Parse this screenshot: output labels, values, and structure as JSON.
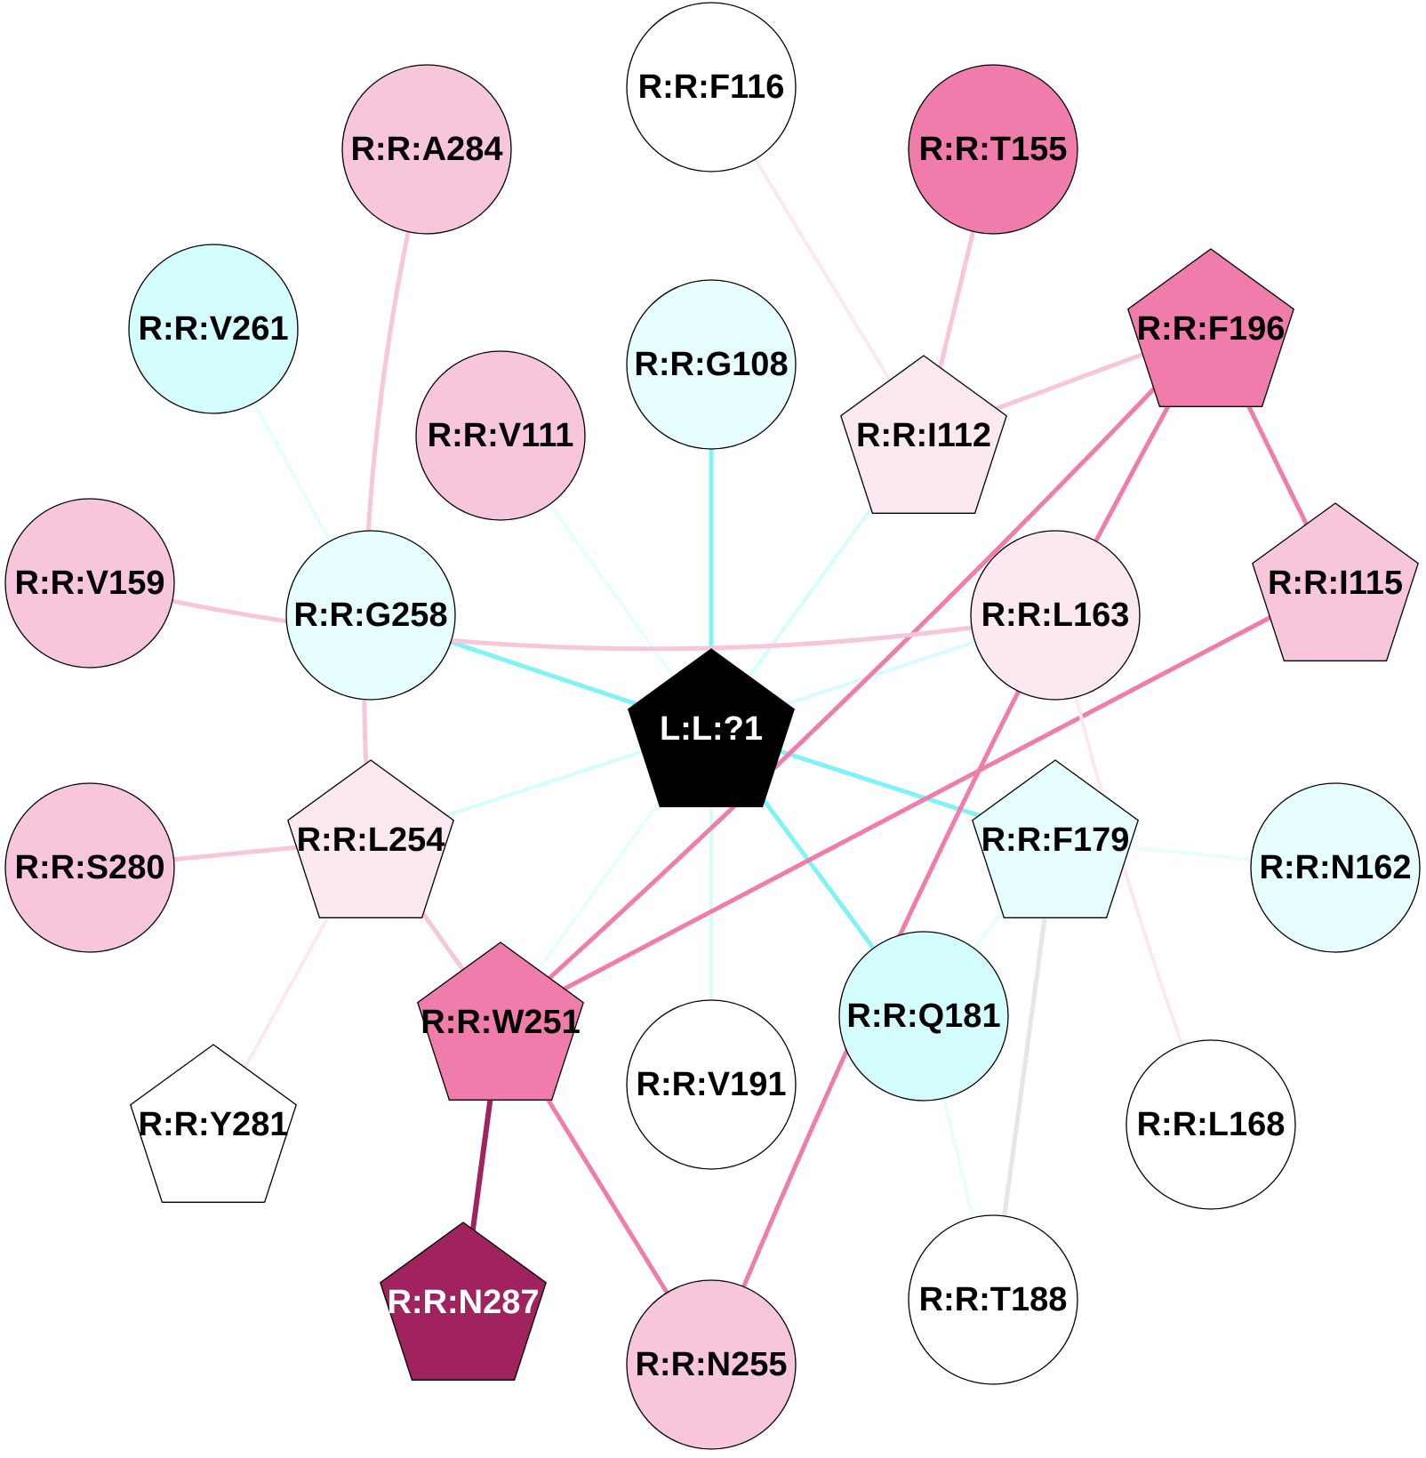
{
  "nodes": [
    {
      "id": "L:L:?1",
      "label": "L:L:?1",
      "shape": "pentagon",
      "fill": "#000000",
      "text": "#ffffff"
    },
    {
      "id": "R:R:F116",
      "label": "R:R:F116",
      "shape": "circle",
      "fill": "#ffffff",
      "text": "#000000"
    },
    {
      "id": "R:R:A284",
      "label": "R:R:A284",
      "shape": "circle",
      "fill": "#f7c6dc",
      "text": "#000000"
    },
    {
      "id": "R:R:T155",
      "label": "R:R:T155",
      "shape": "circle",
      "fill": "#f07cab",
      "text": "#000000"
    },
    {
      "id": "R:R:V261",
      "label": "R:R:V261",
      "shape": "circle",
      "fill": "#d4fdfd",
      "text": "#000000"
    },
    {
      "id": "R:R:G108",
      "label": "R:R:G108",
      "shape": "circle",
      "fill": "#e6fefe",
      "text": "#000000"
    },
    {
      "id": "R:R:F196",
      "label": "R:R:F196",
      "shape": "pentagon",
      "fill": "#f07cab",
      "text": "#000000"
    },
    {
      "id": "R:R:V111",
      "label": "R:R:V111",
      "shape": "circle",
      "fill": "#f7c6dc",
      "text": "#000000"
    },
    {
      "id": "R:R:I112",
      "label": "R:R:I112",
      "shape": "pentagon",
      "fill": "#fbe8f1",
      "text": "#000000"
    },
    {
      "id": "R:R:V159",
      "label": "R:R:V159",
      "shape": "circle",
      "fill": "#f7c6dc",
      "text": "#000000"
    },
    {
      "id": "R:R:I115",
      "label": "R:R:I115",
      "shape": "pentagon",
      "fill": "#f7c6dc",
      "text": "#000000"
    },
    {
      "id": "R:R:G258",
      "label": "R:R:G258",
      "shape": "circle",
      "fill": "#e6fefe",
      "text": "#000000"
    },
    {
      "id": "R:R:L163",
      "label": "R:R:L163",
      "shape": "circle",
      "fill": "#fbe8f1",
      "text": "#000000"
    },
    {
      "id": "R:R:S280",
      "label": "R:R:S280",
      "shape": "circle",
      "fill": "#f7c6dc",
      "text": "#000000"
    },
    {
      "id": "R:R:L254",
      "label": "R:R:L254",
      "shape": "pentagon",
      "fill": "#fbe8f1",
      "text": "#000000"
    },
    {
      "id": "R:R:F179",
      "label": "R:R:F179",
      "shape": "pentagon",
      "fill": "#e6fefe",
      "text": "#000000"
    },
    {
      "id": "R:R:N162",
      "label": "R:R:N162",
      "shape": "circle",
      "fill": "#e6fefe",
      "text": "#000000"
    },
    {
      "id": "R:R:W251",
      "label": "R:R:W251",
      "shape": "pentagon",
      "fill": "#f07cab",
      "text": "#000000"
    },
    {
      "id": "R:R:Q181",
      "label": "R:R:Q181",
      "shape": "circle",
      "fill": "#d4fdfd",
      "text": "#000000"
    },
    {
      "id": "R:R:V191",
      "label": "R:R:V191",
      "shape": "circle",
      "fill": "#ffffff",
      "text": "#000000"
    },
    {
      "id": "R:R:Y281",
      "label": "R:R:Y281",
      "shape": "pentagon",
      "fill": "#ffffff",
      "text": "#000000"
    },
    {
      "id": "R:R:L168",
      "label": "R:R:L168",
      "shape": "circle",
      "fill": "#ffffff",
      "text": "#000000"
    },
    {
      "id": "R:R:N287",
      "label": "R:R:N287",
      "shape": "pentagon",
      "fill": "#a0225e",
      "text": "#ffffff"
    },
    {
      "id": "R:R:N255",
      "label": "R:R:N255",
      "shape": "circle",
      "fill": "#f7c6dc",
      "text": "#000000"
    },
    {
      "id": "R:R:T188",
      "label": "R:R:T188",
      "shape": "circle",
      "fill": "#ffffff",
      "text": "#000000"
    }
  ],
  "edges": [
    {
      "source": "L:L:?1",
      "target": "R:R:G108",
      "color": "#80f4f4",
      "width": 5
    },
    {
      "source": "L:L:?1",
      "target": "R:R:G258",
      "color": "#80f4f4",
      "width": 5
    },
    {
      "source": "L:L:?1",
      "target": "R:R:F179",
      "color": "#80f4f4",
      "width": 5
    },
    {
      "source": "L:L:?1",
      "target": "R:R:Q181",
      "color": "#80f4f4",
      "width": 5
    },
    {
      "source": "L:L:?1",
      "target": "R:R:V111",
      "color": "#e6fefe",
      "width": 4
    },
    {
      "source": "L:L:?1",
      "target": "R:R:I112",
      "color": "#d4fdfd",
      "width": 4
    },
    {
      "source": "L:L:?1",
      "target": "R:R:L163",
      "color": "#d4fdfd",
      "width": 4
    },
    {
      "source": "L:L:?1",
      "target": "R:R:L254",
      "color": "#d4fdfd",
      "width": 4
    },
    {
      "source": "L:L:?1",
      "target": "R:R:W251",
      "color": "#e6fefe",
      "width": 4
    },
    {
      "source": "L:L:?1",
      "target": "R:R:V191",
      "color": "#d4fdfd",
      "width": 4
    },
    {
      "source": "R:R:V261",
      "target": "R:R:G258",
      "color": "#e6fefe",
      "width": 4
    },
    {
      "source": "R:R:F116",
      "target": "R:R:I112",
      "color": "#fbe8f1",
      "width": 4
    },
    {
      "source": "R:R:T155",
      "target": "R:R:I112",
      "color": "#f7c6dc",
      "width": 5
    },
    {
      "source": "R:R:F196",
      "target": "R:R:I112",
      "color": "#f7c6dc",
      "width": 5
    },
    {
      "source": "R:R:F196",
      "target": "R:R:I115",
      "color": "#f07cab",
      "width": 5
    },
    {
      "source": "R:R:F196",
      "target": "R:R:W251",
      "color": "#f07cab",
      "width": 5,
      "curve": -0.02
    },
    {
      "source": "R:R:F196",
      "target": "R:R:N255",
      "color": "#f07cab",
      "width": 5,
      "curve": 0.03
    },
    {
      "source": "R:R:I115",
      "target": "R:R:W251",
      "color": "#f07cab",
      "width": 5
    },
    {
      "source": "R:R:V159",
      "target": "R:R:L163",
      "color": "#f7c6dc",
      "width": 5,
      "curve": 0.1
    },
    {
      "source": "R:R:A284",
      "target": "R:R:L254",
      "color": "#f7c6dc",
      "width": 5,
      "curve": 0.08
    },
    {
      "source": "R:R:S280",
      "target": "R:R:L254",
      "color": "#f7c6dc",
      "width": 5
    },
    {
      "source": "R:R:L254",
      "target": "R:R:W251",
      "color": "#f7c6dc",
      "width": 5
    },
    {
      "source": "R:R:L254",
      "target": "R:R:Y281",
      "color": "#fbe8f1",
      "width": 4
    },
    {
      "source": "R:R:L163",
      "target": "R:R:L168",
      "color": "#fbe8f1",
      "width": 4,
      "curve": 0.03
    },
    {
      "source": "R:R:F179",
      "target": "R:R:N162",
      "color": "#e6fefe",
      "width": 4
    },
    {
      "source": "R:R:F179",
      "target": "R:R:Q181",
      "color": "#e6fefe",
      "width": 4
    },
    {
      "source": "R:R:F179",
      "target": "R:R:T188",
      "color": "#e6e6e6",
      "width": 5
    },
    {
      "source": "R:R:Q181",
      "target": "R:R:T188",
      "color": "#e6fefe",
      "width": 4
    },
    {
      "source": "R:R:W251",
      "target": "R:R:N287",
      "color": "#a0225e",
      "width": 6
    },
    {
      "source": "R:R:W251",
      "target": "R:R:N255",
      "color": "#f07cab",
      "width": 5
    }
  ]
}
